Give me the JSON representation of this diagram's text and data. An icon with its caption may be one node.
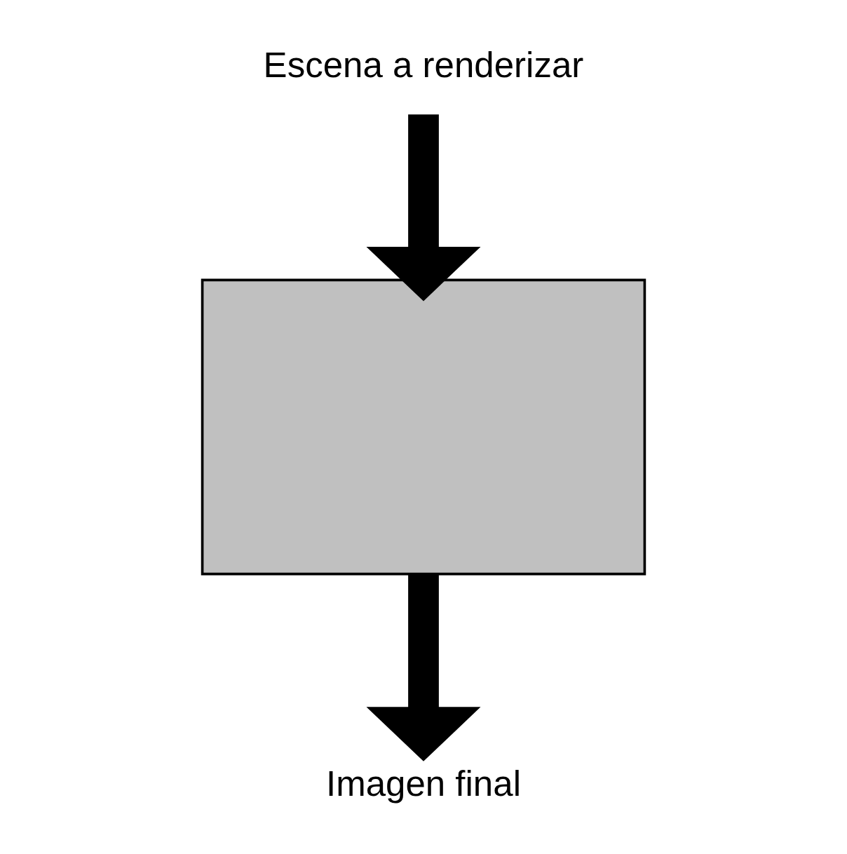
{
  "diagram": {
    "nodes": [
      {
        "text": [
          "Escena a renderizar"
        ]
      },
      {
        "text": [],
        "shape": "box"
      },
      {
        "text": [
          "Imagen final"
        ]
      }
    ],
    "edges": [
      {
        "from": 0,
        "to": 1,
        "arrow": "to"
      },
      {
        "from": 1,
        "to": 2,
        "arrow": "to"
      }
    ]
  }
}
